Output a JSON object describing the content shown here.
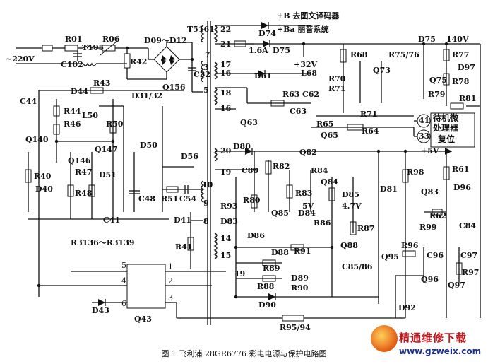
{
  "figure": {
    "caption": "图 1  飞利浦 28GR6776 彩电电源与保护电路图",
    "watermark": {
      "site_name": "精通维修下载",
      "url": "www.gzweix.com"
    }
  },
  "notes": {
    "b_plus": "+B 去图文译码器",
    "ba": "+Ba 丽音系统",
    "mcu_line1": "待机微",
    "mcu_line2": "处理器",
    "mcu_line3": "复位"
  },
  "pins": [
    "41",
    "33"
  ],
  "supplies": {
    "mains": "~220V",
    "v32": "+32V",
    "v140": "140V",
    "v5": "+5V",
    "v5b": "5V",
    "v47": "4.7V",
    "fuse": "1.6A"
  },
  "transformer": {
    "name": "T5161",
    "terminals": [
      "22",
      "21",
      "7",
      "3",
      "5",
      "17",
      "16",
      "18",
      "16",
      "20",
      "19",
      "10",
      "9",
      "8",
      "14",
      "15",
      "19"
    ]
  },
  "components": {
    "resistors": [
      "R01",
      "R06",
      "R42",
      "R43",
      "R44",
      "R46",
      "R50",
      "R40",
      "R47",
      "R48",
      "R51",
      "R41",
      "R3136～R3139",
      "R68",
      "R70",
      "R71",
      "R63",
      "R65",
      "R64",
      "R71",
      "R82",
      "R84",
      "R83",
      "R80",
      "R93",
      "R86",
      "R87",
      "R91",
      "R89",
      "R88",
      "R90",
      "R95/94",
      "R98",
      "R61",
      "R62",
      "R99",
      "R96",
      "R97",
      "R77",
      "R78",
      "R79",
      "R81",
      "R75/76"
    ],
    "capacitors": [
      "C102",
      "C32",
      "C44",
      "C48",
      "C54",
      "C41",
      "C62",
      "C63",
      "C80",
      "C85/86",
      "C84",
      "C96",
      "C97"
    ],
    "diodes": [
      "D09～D12",
      "D74",
      "D75",
      "D61",
      "D44",
      "D31/32",
      "D50",
      "D51",
      "D40",
      "D56",
      "D41",
      "D80",
      "D81",
      "D83",
      "D84",
      "D85",
      "D86",
      "D88",
      "D89",
      "D90",
      "D43",
      "D92",
      "D96",
      "D97",
      "D75"
    ],
    "transistors": [
      "Q140",
      "Q146",
      "Q147",
      "Q156",
      "Q63",
      "Q65",
      "Q73",
      "Q75",
      "Q82",
      "Q84",
      "Q85",
      "Q88",
      "Q95",
      "Q83",
      "Q96",
      "Q97",
      "Q43"
    ],
    "inductors": [
      "T105",
      "L50",
      "L68"
    ],
    "opto_pins": [
      "5",
      "4",
      "6",
      "1",
      "2",
      "3"
    ]
  }
}
